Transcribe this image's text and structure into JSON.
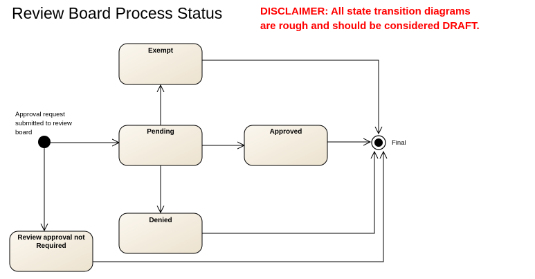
{
  "header": {
    "title": "Review Board Process Status",
    "disclaimer_line1": "DISCLAIMER:  All state transition diagrams",
    "disclaimer_line2": "are rough and should be considered DRAFT."
  },
  "diagram": {
    "initial_note": [
      "Approval request",
      "submitted to review",
      "board"
    ],
    "states": {
      "exempt": "Exempt",
      "pending": "Pending",
      "approved": "Approved",
      "denied": "Denied",
      "not_required": [
        "Review approval not",
        "Required"
      ]
    },
    "final_label": "Final"
  },
  "colors": {
    "state_fill": "#f3ecde",
    "state_stroke": "#000000",
    "disclaimer": "#ff0000"
  }
}
